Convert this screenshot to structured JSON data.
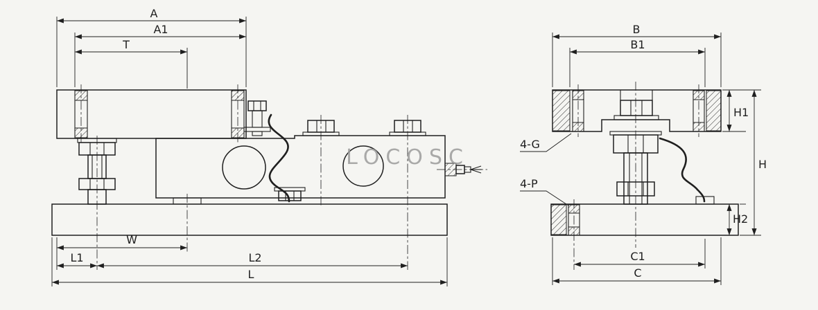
{
  "watermark": "LOCOSC",
  "colors": {
    "background": "#f5f5f2",
    "line_color": "#1f1f1f",
    "watermark_color": "#9c9c9c"
  },
  "left_view": {
    "dim_a": "A",
    "dim_a1": "A1",
    "dim_t": "T",
    "dim_w": "W",
    "dim_l1": "L1",
    "dim_l2": "L2",
    "dim_l": "L"
  },
  "right_view": {
    "dim_b": "B",
    "dim_b1": "B1",
    "dim_h1": "H1",
    "dim_h": "H",
    "dim_h2": "H2",
    "hole_label_top": "4-G",
    "hole_label_bottom": "4-P",
    "dim_c1": "C1",
    "dim_c": "C"
  }
}
